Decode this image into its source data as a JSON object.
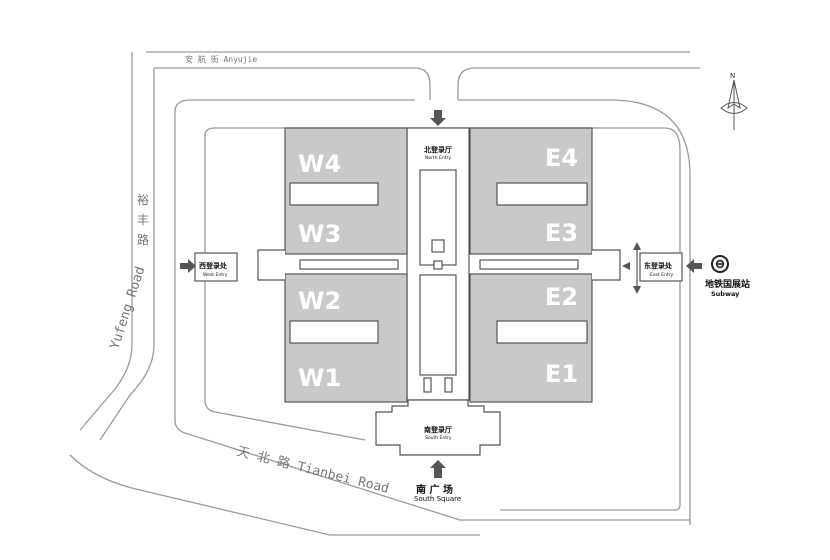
{
  "roads": {
    "north": "安 航 街  Anyujie",
    "west_cn": [
      "裕",
      "丰",
      "路"
    ],
    "west_en": "Yufeng Road",
    "south": "天 北 路  Tianbei  Road"
  },
  "halls": [
    "W4",
    "W3",
    "W2",
    "W1",
    "E4",
    "E3",
    "E2",
    "E1"
  ],
  "entries": {
    "north": {
      "cn": "北登录厅",
      "en": "North Entry"
    },
    "west": {
      "cn": "西登录处",
      "en": "West Entry"
    },
    "east": {
      "cn": "东登录处",
      "en": "East Entry"
    },
    "south": {
      "cn": "南登录厅",
      "en": "South Entry"
    }
  },
  "south_square": {
    "cn": "南 广 场",
    "en": "South Square"
  },
  "subway": {
    "cn": "地铁国展站",
    "en": "Subway"
  },
  "compass": {
    "label": "N"
  }
}
